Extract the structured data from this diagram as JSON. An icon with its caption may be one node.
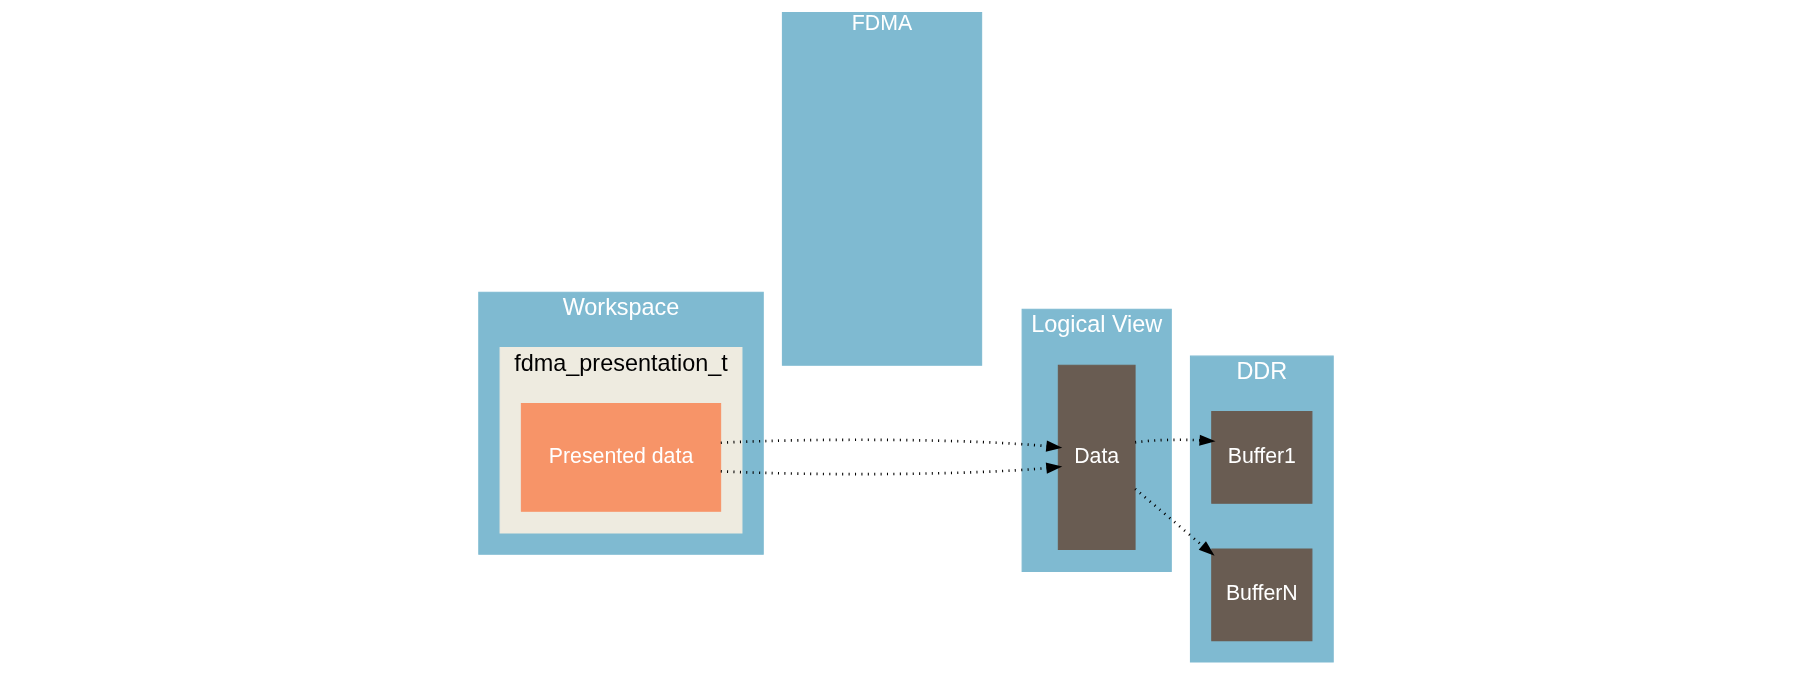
{
  "diagram": {
    "nodes": [
      {
        "text": [
          "Workspace"
        ]
      },
      {
        "text": [
          "fdma_presentation_t"
        ],
        "in": 0
      },
      {
        "text": [
          "Presented data"
        ],
        "in": 1
      },
      {
        "text": [
          "FDMA"
        ]
      },
      {
        "text": [
          "Logical View"
        ]
      },
      {
        "text": [
          "Data"
        ],
        "in": 4
      },
      {
        "text": [
          "DDR"
        ]
      },
      {
        "text": [
          "Buffer1"
        ],
        "in": 6
      },
      {
        "text": [
          "BufferN"
        ],
        "in": 6
      }
    ],
    "edges": [
      {
        "from": 2,
        "to": 5,
        "arrow": "to",
        "style": "dashed"
      },
      {
        "from": 2,
        "to": 5,
        "arrow": "to",
        "style": "dashed"
      },
      {
        "from": 5,
        "to": 7,
        "arrow": "to",
        "style": "dashed"
      },
      {
        "from": 5,
        "to": 8,
        "arrow": "to",
        "style": "dashed"
      }
    ]
  }
}
